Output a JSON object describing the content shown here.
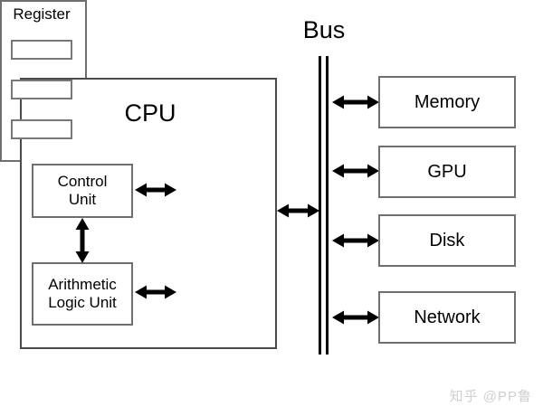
{
  "diagram": {
    "title_cpu": "CPU",
    "title_bus": "Bus",
    "cpu": {
      "label": "CPU",
      "control_unit": "Control\nUnit",
      "control_unit_line1": "Control",
      "control_unit_line2": "Unit",
      "alu_line1": "Arithmetic",
      "alu_line2": "Logic Unit",
      "register_label": "Register",
      "register_slots": [
        "",
        "",
        ""
      ]
    },
    "bus": {
      "label": "Bus"
    },
    "peripherals": [
      {
        "label": "Memory"
      },
      {
        "label": "GPU"
      },
      {
        "label": "Disk"
      },
      {
        "label": "Network"
      }
    ],
    "connections": [
      {
        "name": "control-unit-to-register",
        "kind": "bidirectional-horizontal"
      },
      {
        "name": "alu-to-register",
        "kind": "bidirectional-horizontal"
      },
      {
        "name": "control-unit-to-alu",
        "kind": "bidirectional-vertical"
      },
      {
        "name": "cpu-to-bus",
        "kind": "bidirectional-horizontal"
      },
      {
        "name": "bus-to-memory",
        "kind": "bidirectional-horizontal"
      },
      {
        "name": "bus-to-gpu",
        "kind": "bidirectional-horizontal"
      },
      {
        "name": "bus-to-disk",
        "kind": "bidirectional-horizontal"
      },
      {
        "name": "bus-to-network",
        "kind": "bidirectional-horizontal"
      }
    ],
    "colors": {
      "background": "#ffffff",
      "stroke": "#000000",
      "box_border": "#6f6f6f",
      "text": "#000000",
      "watermark": "#cfcfcf"
    }
  },
  "watermark": {
    "text": "知乎 @PP鲁"
  }
}
